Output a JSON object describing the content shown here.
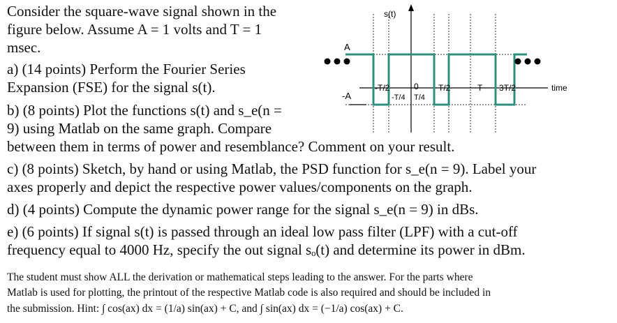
{
  "intro": {
    "line1": "Consider the square-wave signal shown in the",
    "line2": "figure below. Assume A = 1 volts and T = 1",
    "line3": "msec."
  },
  "part_a": {
    "line1": "a) (14 points) Perform the Fourier Series",
    "line2": "Expansion (FSE) for the signal s(t)."
  },
  "part_b": {
    "line1": "b) (8 points) Plot the functions s(t) and s_e(n =",
    "line2": "9) using Matlab on the same graph. Compare",
    "line3": "between them in terms of power and resemblance? Comment on your result."
  },
  "part_c": {
    "line1": "c) (8 points) Sketch, by hand or using Matlab, the PSD function for s_e(n = 9). Label your",
    "line2": "axes properly and depict the respective power values/components on the graph."
  },
  "part_d": {
    "line1": "d) (4 points) Compute the dynamic power range for the signal s_e(n = 9) in dBs."
  },
  "part_e": {
    "line1": "e) (6 points) If signal s(t) is passed through an ideal low pass filter (LPF) with a cut-off",
    "line2": "frequency equal to 4000 Hz, specify the out signal sₒ(t) and determine its power in dBm."
  },
  "note": {
    "line1": "The student must show ALL the derivation or mathematical steps leading to the answer. For the parts where",
    "line2": "Matlab is used for plotting, the printout of the respective Matlab code is also required and should be included in",
    "line3": "the submission. Hint: ∫ cos(ax) dx = (1/a) sin(ax) + C, and ∫ sin(ax) dx = (−1/a) cos(ax) + C."
  },
  "figure": {
    "y_label": "s(t)",
    "x_label": "time",
    "amp_pos": "A",
    "amp_neg": "-A",
    "tick_neg_half": "-T/2",
    "tick_zero": "0",
    "tick_pos_half": "T/2",
    "tick_T": "T",
    "tick_3half": "3T/2",
    "tick_neg_quarter": "-T/4",
    "tick_pos_quarter": "T/4",
    "wave_color": "#2f8f7f"
  }
}
